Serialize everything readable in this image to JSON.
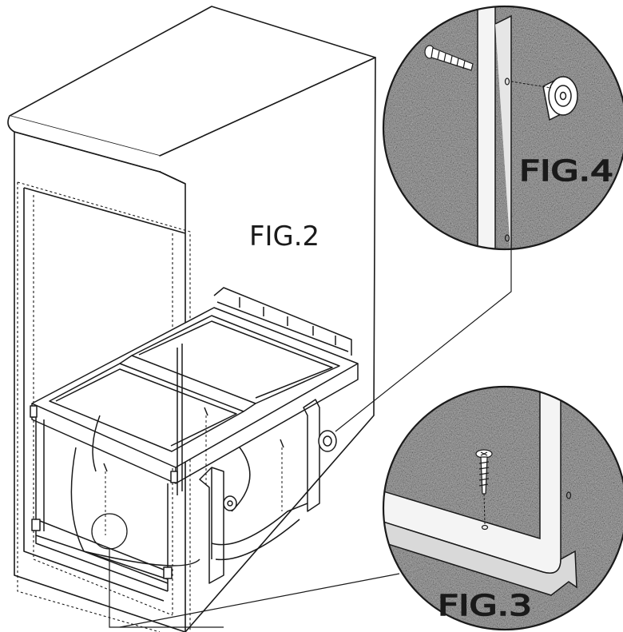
{
  "figures": {
    "fig2": {
      "label": "FIG.2"
    },
    "fig3": {
      "label": "FIG.3"
    },
    "fig4": {
      "label": "FIG.4"
    }
  },
  "colors": {
    "ink": "#1a1a1a",
    "paper": "#ffffff",
    "grain": "#9a9a9a",
    "grain_dark": "#6e6e6e"
  }
}
